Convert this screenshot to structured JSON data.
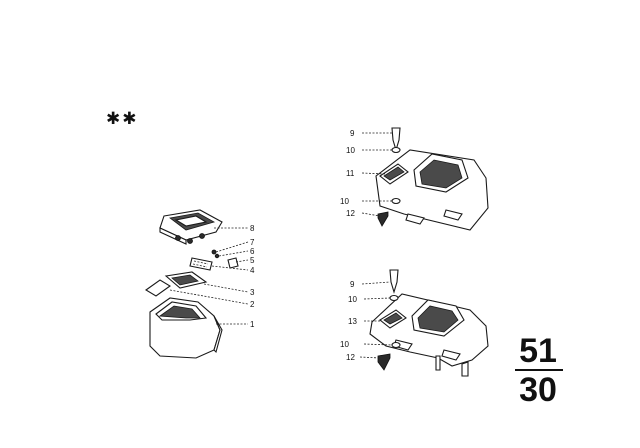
{
  "markers": {
    "stars": "✱✱"
  },
  "group": {
    "main": "51",
    "sub": "30"
  },
  "left_assembly": {
    "labels": [
      "8",
      "7",
      "6",
      "5",
      "4",
      "3",
      "2",
      "1"
    ]
  },
  "right_top_assembly": {
    "labels": [
      "9",
      "10",
      "11",
      "10",
      "12"
    ]
  },
  "right_bottom_assembly": {
    "labels": [
      "9",
      "10",
      "13",
      "10",
      "12"
    ]
  }
}
